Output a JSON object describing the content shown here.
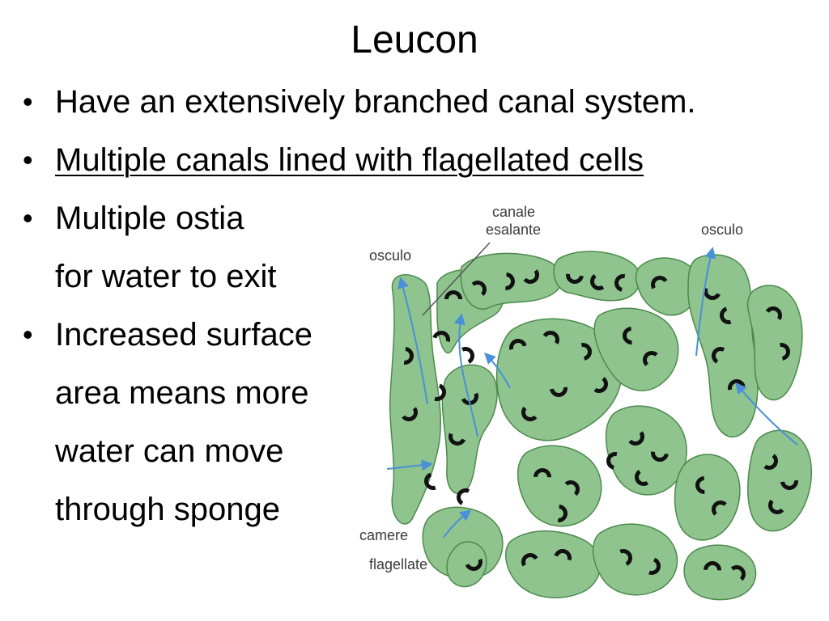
{
  "slide": {
    "title": "Leucon",
    "bullets": [
      {
        "text": "Have an extensively branched canal system.",
        "bullet": true,
        "underline": false
      },
      {
        "text": "Multiple canals lined with flagellated cells",
        "bullet": true,
        "underline": true
      },
      {
        "text": "Multiple ostia",
        "bullet": true,
        "underline": false
      },
      {
        "text": "for water to exit",
        "bullet": false,
        "underline": false
      },
      {
        "text": "Increased surface",
        "bullet": true,
        "underline": false
      },
      {
        "text": "area means more",
        "bullet": false,
        "underline": false
      },
      {
        "text": "water can move",
        "bullet": false,
        "underline": false
      },
      {
        "text": "through sponge",
        "bullet": false,
        "underline": false
      }
    ],
    "bullet_glyph": "•"
  },
  "diagram": {
    "labels": {
      "canale_line1": "canale",
      "canale_line2": "esalante",
      "osculo_left": "osculo",
      "osculo_right": "osculo",
      "camere_line1": "camere",
      "camere_line2": "flagellate"
    },
    "colors": {
      "tissue": "#8fc48f",
      "tissue_edge": "#4c8a4c",
      "chamber": "#111111",
      "arrow": "#4a90d9"
    }
  }
}
